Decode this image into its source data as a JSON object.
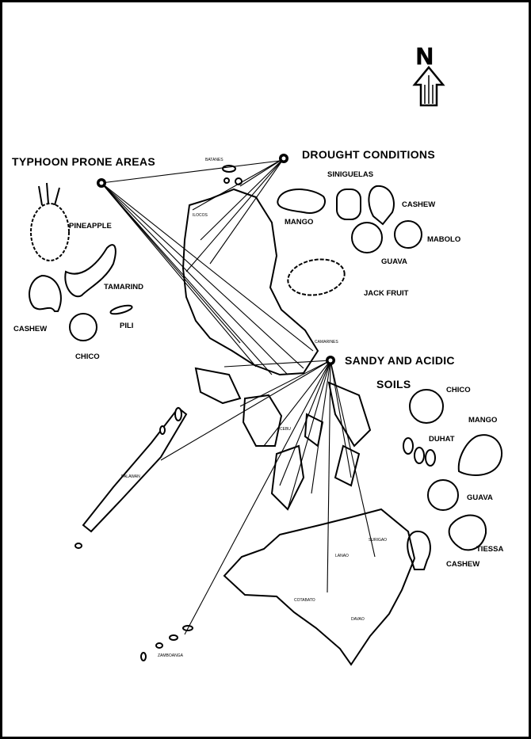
{
  "north": {
    "label": "N"
  },
  "regions": [
    {
      "title": "TYPHOON PRONE AREAS",
      "fruits": [
        "PINEAPPLE",
        "TAMARIND",
        "CASHEW",
        "PILI",
        "CHICO"
      ]
    },
    {
      "title": "DROUGHT CONDITIONS",
      "fruits": [
        "SINIGUELAS",
        "MANGO",
        "CASHEW",
        "MABOLO",
        "GUAVA",
        "JACK FRUIT"
      ]
    },
    {
      "title_line1": "SANDY AND ACIDIC",
      "title_line2": "SOILS",
      "fruits": [
        "CHICO",
        "MANGO",
        "DUHAT",
        "GUAVA",
        "TIESSA",
        "CASHEW"
      ]
    }
  ],
  "map_labels": [
    "BATANES",
    "CAMARINES",
    "DAVAO",
    "ZAMBOANGA",
    "COTABATO",
    "SURIGAO",
    "PALAWAN",
    "CEBU",
    "LANAO",
    "ILOCOS"
  ]
}
